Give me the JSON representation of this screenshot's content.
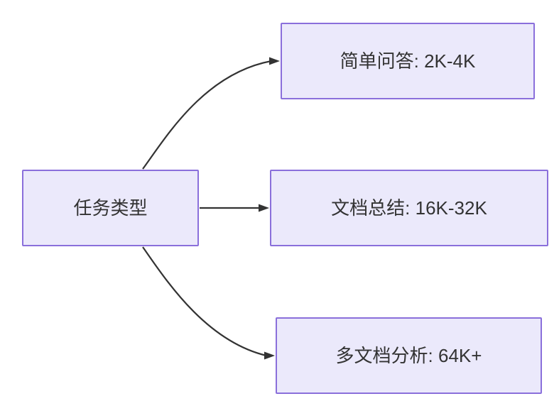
{
  "diagram": {
    "title": "任务类型",
    "type": "flowchart",
    "direction": "left-to-right",
    "background_color": "#ffffff",
    "node_fill_color": "#ebe9fb",
    "node_border_color": "#8a6fdb",
    "node_text_color": "#333333",
    "edge_color": "#333333",
    "source": {
      "id": "task-type",
      "label": "任务类型"
    },
    "targets": [
      {
        "id": "simple-qa",
        "label": "简单问答: 2K-4K",
        "task": "简单问答",
        "range": "2K-4K"
      },
      {
        "id": "document-summary",
        "label": "文档总结: 16K-32K",
        "task": "文档总结",
        "range": "16K-32K"
      },
      {
        "id": "multi-document-analysis",
        "label": "多文档分析: 64K+",
        "task": "多文档分析",
        "range": "64K+"
      }
    ],
    "edges": [
      {
        "from": "任务类型",
        "to": "简单问答: 2K-4K",
        "style": "curved-arrow"
      },
      {
        "from": "任务类型",
        "to": "文档总结: 16K-32K",
        "style": "straight-arrow"
      },
      {
        "from": "任务类型",
        "to": "多文档分析: 64K+",
        "style": "curved-arrow"
      }
    ]
  }
}
